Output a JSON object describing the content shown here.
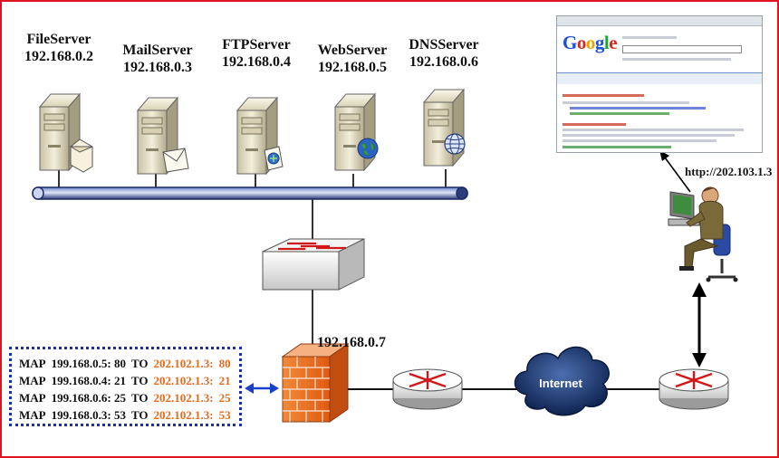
{
  "servers": [
    {
      "name": "FileServer",
      "ip": "192.168.0.2",
      "badge": "file-icon"
    },
    {
      "name": "MailServer",
      "ip": "192.168.0.3",
      "badge": "mail-icon"
    },
    {
      "name": "FTPServer",
      "ip": "192.168.0.4",
      "badge": "ftp-icon"
    },
    {
      "name": "WebServer",
      "ip": "192.168.0.5",
      "badge": "globe-icon"
    },
    {
      "name": "DNSServer",
      "ip": "192.168.0.6",
      "badge": "dns-globe-icon"
    }
  ],
  "firewall_ip": "192.168.0.7",
  "internet_label": "Internet",
  "client_url": "http://202.103.1.3",
  "nat_rules": [
    {
      "prefix": "MAP",
      "source": "199.168.0.5:",
      "sport": "80",
      "to": "TO",
      "dest": "202.102.1.3:",
      "dport": "80"
    },
    {
      "prefix": "MAP",
      "source": "199.168.0.4:",
      "sport": "21",
      "to": "TO",
      "dest": "202.102.1.3:",
      "dport": "21"
    },
    {
      "prefix": "MAP",
      "source": "199.168.0.6:",
      "sport": "25",
      "to": "TO",
      "dest": "202.102.1.3:",
      "dport": "25"
    },
    {
      "prefix": "MAP",
      "source": "199.168.0.3:",
      "sport": "53",
      "to": "TO",
      "dest": "202.102.1.3:",
      "dport": "53"
    }
  ],
  "browser": {
    "logo": "Google",
    "logo_colors": [
      "#1a4fd6",
      "#d62a1e",
      "#e8a500",
      "#1a4fd6",
      "#22a33a",
      "#d62a1e"
    ]
  },
  "colors": {
    "border": "#e0141e",
    "nat_box": "#1a2fb8",
    "nat_dest": "#e86a1e",
    "bus": "#1c2a66",
    "link_arrow": "#1a3fc8"
  }
}
